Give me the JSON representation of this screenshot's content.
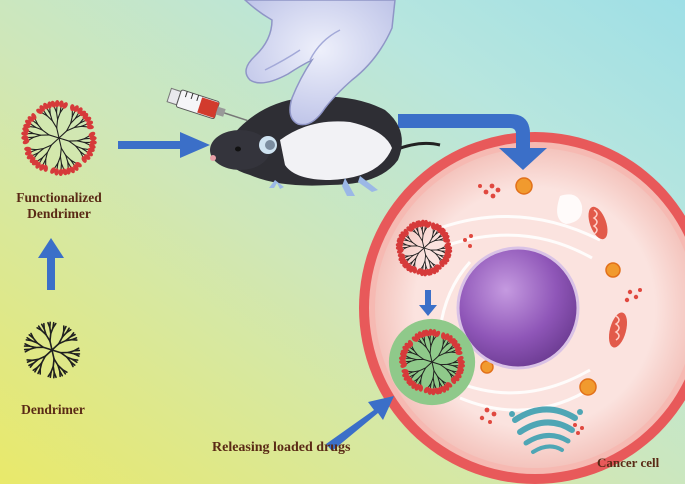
{
  "labels": {
    "functionalized_line1": "Functionalized",
    "functionalized_line2": "Dendrimer",
    "dendrimer": "Dendrimer",
    "releasing": "Releasing loaded drugs",
    "cancer_cell": "Cancer cell"
  },
  "colors": {
    "arrow": "#3b6fc8",
    "text": "#5a2a16",
    "cell_membrane": "#e8595a",
    "cell_cytoplasm": "#f8d8d4",
    "nucleus": "#8c58b0",
    "drug_cap": "#d63a3a",
    "dendrimer_branch": "#202020",
    "drug_core": "#8fc98a"
  },
  "icons": [
    "dendrimer-icon",
    "functionalized-dendrimer-icon",
    "mouse-icon",
    "gloved-hand-icon",
    "syringe-icon",
    "cancer-cell-icon",
    "nucleus-icon",
    "mitochondrion-icon",
    "golgi-icon"
  ]
}
